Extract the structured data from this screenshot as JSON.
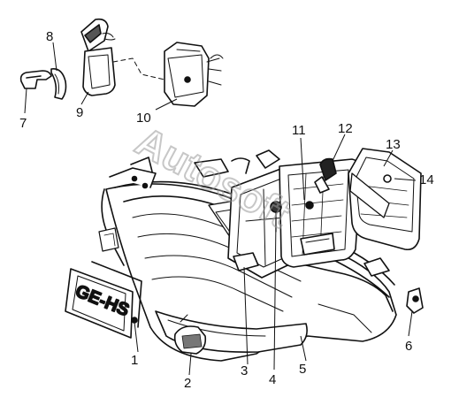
{
  "diagram": {
    "watermark": "Autosoft",
    "plate_text": "GE-HS",
    "callouts": [
      "1",
      "2",
      "3",
      "4",
      "5",
      "6",
      "7",
      "8",
      "9",
      "10",
      "11",
      "12",
      "13",
      "14"
    ]
  }
}
